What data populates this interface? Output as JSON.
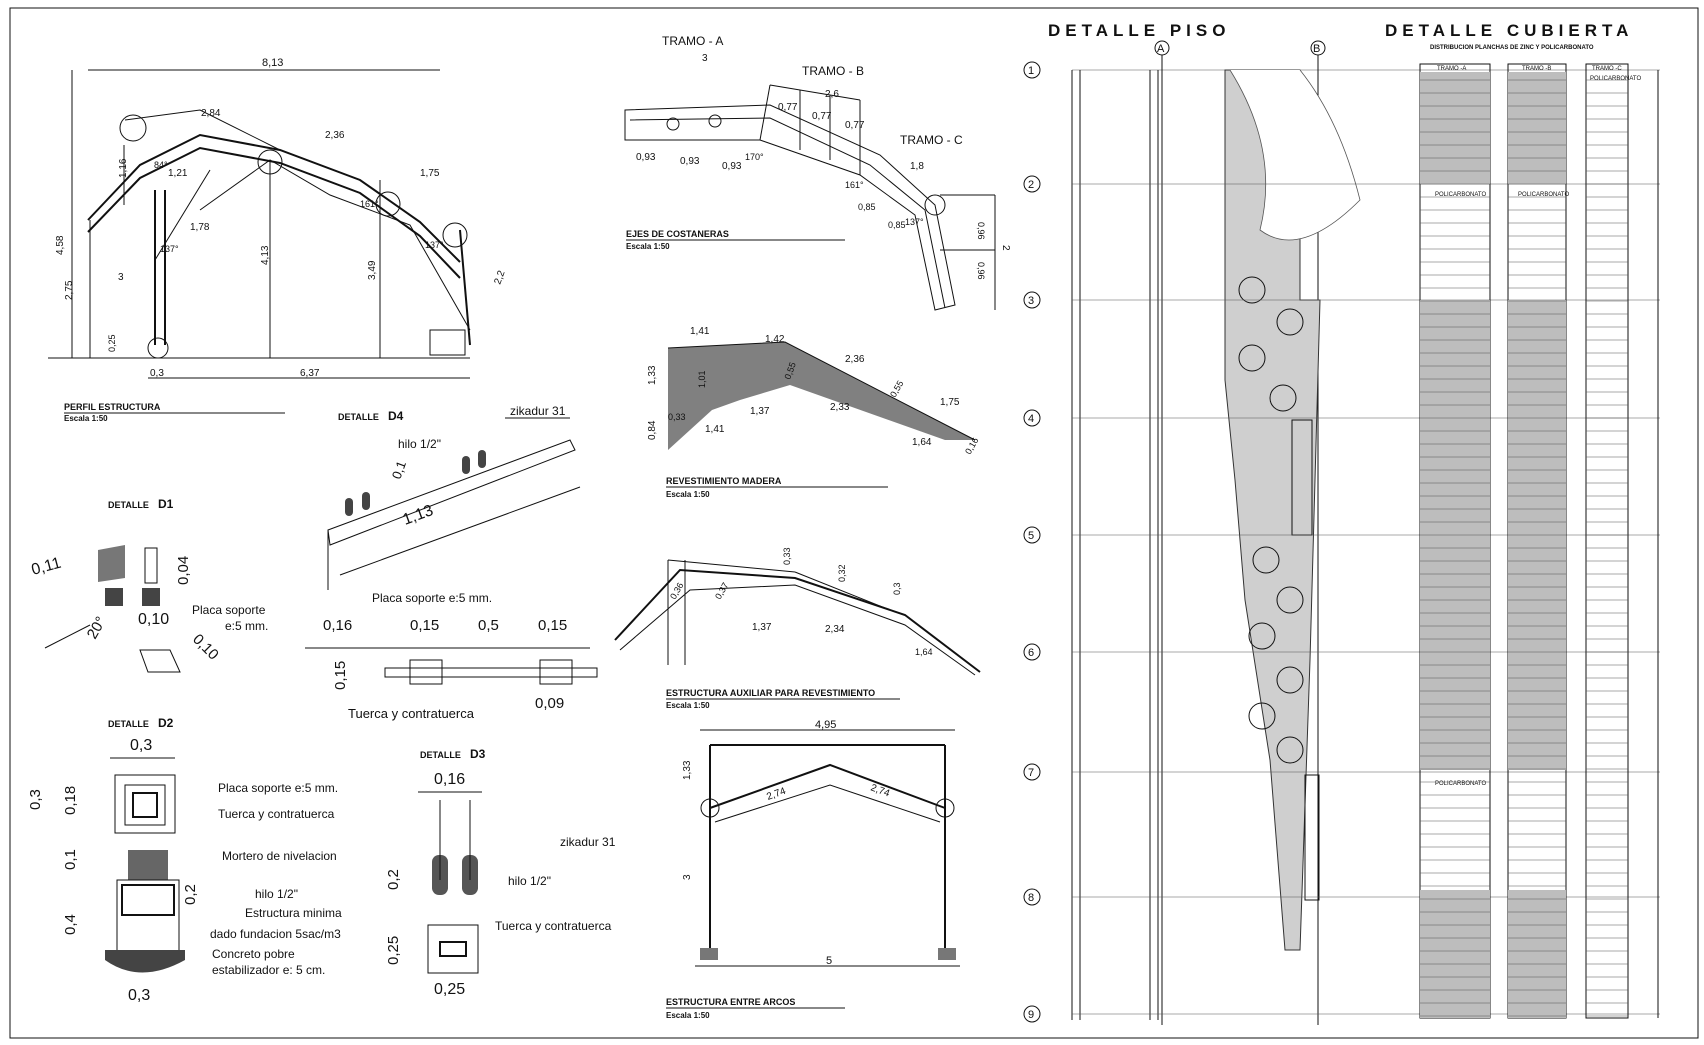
{
  "headers": {
    "piso": "DETALLE PISO",
    "cubierta": "DETALLE CUBIERTA",
    "cubierta_sub": "DISTRIBUCION PLANCHAS DE ZINC Y POLICARBONATO"
  },
  "perfil": {
    "title": "PERFIL ESTRUCTURA",
    "scale": "Escala 1:50",
    "dims": {
      "total": "8,13",
      "s1": "2,84",
      "s2": "2,36",
      "s3": "1,75",
      "s4": "1,78",
      "s5": "1,21",
      "h_total": "4,58",
      "h1": "2,75",
      "h2": "3",
      "h3": "4,13",
      "h4": "3,49",
      "h5": "2,2",
      "h6": "1,16",
      "base": "0,25",
      "w1": "0,3",
      "w2": "6,37",
      "ang1": "84°",
      "ang2": "137°",
      "ang3": "161°",
      "ang4": "137°"
    }
  },
  "costaneras": {
    "title": "EJES DE COSTANERAS",
    "scale": "Escala 1:50",
    "tramos": [
      "TRAMO - A",
      "TRAMO - B",
      "TRAMO - C"
    ],
    "dims": {
      "a": "3",
      "b": "2,6",
      "c": "1,8",
      "a1": "0,93",
      "a2": "0,93",
      "a3": "0,93",
      "b1": "0,77",
      "b2": "0,77",
      "b3": "0,77",
      "c1": "0,85",
      "c2": "0,85",
      "c3": "0,96",
      "c4": "0,96",
      "c5": "2",
      "ang1": "170°",
      "ang2": "161°",
      "ang3": "137°"
    }
  },
  "madera": {
    "title": "REVESTIMIENTO MADERA",
    "scale": "Escala 1:50",
    "dims": {
      "d1": "1,41",
      "d2": "1,42",
      "d3": "2,36",
      "d4": "1,75",
      "d5": "1,37",
      "d6": "2,33",
      "d7": "1,64",
      "d8": "1,41",
      "h1": "1,33",
      "h2": "0,84",
      "h3": "0,33",
      "h4": "0,16",
      "h5": "1,01",
      "h6": "0,55",
      "h7": "0,55"
    }
  },
  "auxiliar": {
    "title": "ESTRUCTURA AUXILIAR PARA REVESTIMIENTO",
    "scale": "Escala 1:50",
    "dims": {
      "a": "0,36",
      "b": "0,37",
      "c": "0,33",
      "d": "0,32",
      "e": "0,3",
      "f": "1,37",
      "g": "2,34",
      "h": "1,64"
    }
  },
  "entre_arcos": {
    "title": "ESTRUCTURA ENTRE ARCOS",
    "scale": "Escala 1:50",
    "dims": {
      "top": "4,95",
      "l": "2,74",
      "r": "2,74",
      "h1": "1,33",
      "h2": "3",
      "bottom": "5"
    }
  },
  "d1": {
    "title": "DETALLE",
    "id": "D1",
    "dims": {
      "a": "0,11",
      "b": "0,04",
      "c": "0,10",
      "d": "0,10",
      "ang": "20°"
    },
    "label1": "Placa soporte",
    "label2": "e:5 mm."
  },
  "d2": {
    "title": "DETALLE",
    "id": "D2",
    "dims": {
      "top": "0,3",
      "h1": "0,3",
      "h2": "0,18",
      "h3": "0,1",
      "h4": "0,2",
      "h5": "0,4",
      "bottom": "0,3"
    },
    "labels": [
      "Placa soporte e:5 mm.",
      "Tuerca y contratuerca",
      "Mortero de nivelacion",
      "hilo 1/2\"",
      "Estructura minima",
      "dado fundacion 5sac/m3",
      "Concreto pobre",
      "estabilizador e: 5 cm."
    ]
  },
  "d3": {
    "title": "DETALLE",
    "id": "D3",
    "dims": {
      "top": "0,16",
      "h1": "0,2",
      "h2": "0,25",
      "bottom": "0,25"
    },
    "labels": [
      "zikadur 31",
      "hilo 1/2\"",
      "Tuerca y contratuerca"
    ]
  },
  "d4": {
    "title": "DETALLE",
    "id": "D4",
    "dims": {
      "a": "0,1",
      "len": "1,13",
      "s1": "0,16",
      "s2": "0,15",
      "s3": "0,5",
      "s4": "0,15",
      "h": "0,15",
      "b": "0,09"
    },
    "labels": [
      "zikadur 31",
      "hilo 1/2\"",
      "Placa soporte e:5 mm.",
      "Tuerca y contratuerca"
    ]
  },
  "piso": {
    "axes": [
      "A",
      "B"
    ],
    "rows": [
      "1",
      "2",
      "3",
      "4",
      "5",
      "6",
      "7",
      "8",
      "9"
    ]
  },
  "cubierta": {
    "cols": [
      "TRAMO -A",
      "TRAMO -B",
      "TRAMO -C"
    ],
    "mat": "POLICARBONATO"
  }
}
